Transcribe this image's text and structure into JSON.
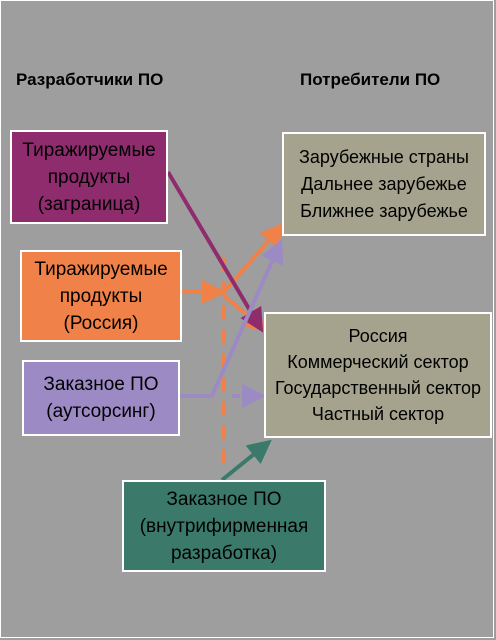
{
  "headings": {
    "developers": "Разработчики ПО",
    "consumers": "Потребители ПО"
  },
  "developers": [
    {
      "lines": [
        "Тиражируемые",
        "продукты",
        "(заграница)"
      ],
      "color": "#8e2c6e"
    },
    {
      "lines": [
        "Тиражируемые",
        "продукты",
        "(Россия)"
      ],
      "color": "#f08148"
    },
    {
      "lines": [
        "Заказное ПО",
        "(аутсорсинг)"
      ],
      "color": "#9c8ac4"
    },
    {
      "lines": [
        "Заказное ПО",
        "(внутрифирменная",
        "разработка)"
      ],
      "color": "#3b7a6a"
    }
  ],
  "consumers": [
    {
      "lines": [
        "Зарубежные страны",
        "Дальнее зарубежье",
        "Ближнее зарубежье"
      ],
      "color": "#a5a38d"
    },
    {
      "lines": [
        "Россия",
        "Коммерческий сектор",
        "Государственный сектор",
        "Частный сектор"
      ],
      "color": "#a5a38d"
    }
  ],
  "colors": {
    "background": "#9e9e9e",
    "border": "#ffffff"
  }
}
